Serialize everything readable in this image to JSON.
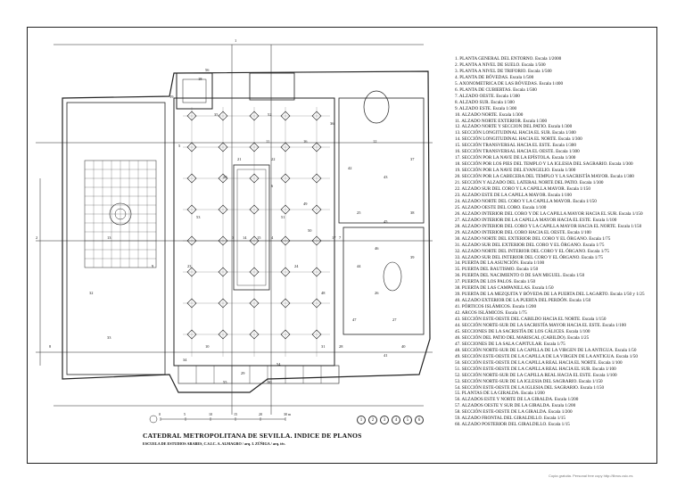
{
  "title": "CATEDRAL METROPOLITANA DE SEVILLA. INDICE DE PLANOS",
  "subtitle": "ESCUELA DE ESTUDIOS ARABES, C.S.I.C.   A. ALMAGRO / arq. I. ZÚÑIGA / arq. téc.",
  "footer": "Copia gratuita. Personal free copy      http://libros.csic.es",
  "scale_labels": [
    "0",
    "5",
    "10",
    "15",
    "20",
    "30 m"
  ],
  "plan_markers": [
    "1",
    "2",
    "3",
    "4",
    "5",
    "6",
    "7",
    "8",
    "9",
    "10",
    "11",
    "12",
    "13",
    "14",
    "15",
    "16",
    "17",
    "18",
    "19",
    "20",
    "21",
    "22",
    "23",
    "24",
    "25",
    "26",
    "27",
    "28",
    "29",
    "30",
    "31",
    "32",
    "33",
    "34",
    "35",
    "36",
    "37",
    "38",
    "39",
    "40",
    "41",
    "42",
    "43",
    "44",
    "45",
    "46",
    "47",
    "48",
    "49",
    "50",
    "51",
    "52",
    "53",
    "54",
    "55",
    "56"
  ],
  "sheet_circles": [
    "1",
    "2",
    "3",
    "4",
    "5",
    "6"
  ],
  "sheet_list": [
    "1. PLANTA GENERAL DEL ENTORNO. Escala 1/2000",
    "2. PLANTA A NIVEL DE SUELO. Escala 1/500",
    "3. PLANTA A NIVEL DE TRIFORIO. Escala 1/500",
    "4. PLANTA DE BÓVEDAS. Escala 1/500",
    "5. AXONOMETRICA DE LAS BÓVEDAS. Escala 1/400",
    "6. PLANTA DE CUBIERTAS. Escala 1/500",
    "7. ALZADO OESTE. Escala 1/300",
    "8. ALZADO SUR. Escala 1/300",
    "9. ALZADO ESTE. Escala 1/300",
    "10. ALZADO NORTE. Escala 1/300",
    "11. ALZADO NORTE EXTERIOR. Escala 1/300",
    "12. ALZADO NORTE Y SECCION DEL PATIO. Escala 1/300",
    "13. SECCIÓN LONGITUDINAL HACIA EL SUR. Escala 1/300",
    "14. SECCIÓN LONGITUDINAL HACIA EL NORTE. Escala 1/300",
    "15. SECCIÓN TRANSVERSAL HACIA EL ESTE. Escala 1/300",
    "16. SECCIÓN TRANSVERSAL HACIA EL OESTE. Escala 1/300",
    "17. SECCIÓN POR LA NAVE DE LA EPÍSTOLA. Escala 1/300",
    "18. SECCIÓN POR LOS PIES DEL TEMPLO Y LA IGLESIA DEL SAGRARIO. Escala 1/300",
    "19. SECCIÓN POR LA NAVE DEL EVANGELIO. Escala 1/300",
    "20. SECCIÓN POR LA CABECERA DEL TEMPLO Y LA SACRISTÍA MAYOR. Escala 1/300",
    "21. SECCIÓN Y ALZADO DEL LATERAL NORTE DEL PATIO. Escala 1/300",
    "22. ALZADO SUR DEL CORO Y LA CAPILLA MAYOR. Escala 1/150",
    "23. ALZADO ESTE DE LA CAPILLA MAYOR. Escala 1/100",
    "24. ALZADO NORTE DEL CORO Y LA CAPILLA MAYOR. Escala 1/150",
    "25. ALZADO OESTE DEL CORO. Escala 1/100",
    "26. ALZADO INTERIOR DEL CORO Y DE LA CAPILLA MAYOR HACIA EL SUR. Escala 1/150",
    "27. ALZADO INTERIOR DE LA CAPILLA MAYOR HACIA EL ESTE. Escala 1/100",
    "28. ALZADO INTERIOR DEL CORO Y LA CAPILLA MAYOR HACIA EL NORTE. Escala 1/150",
    "29. ALZADO INTERIOR DEL CORO HACIA EL OESTE. Escala 1/100",
    "30. ALZADO NORTE DEL EXTERIOR DEL CORO Y EL ÓRGANO. Escala 1/75",
    "31. ALZADO SUR DEL EXTERIOR DEL CORO Y EL ÓRGANO. Escala 1/75",
    "32. ALZADO NORTE DEL INTERIOR DEL CORO Y EL ÓRGANO. Escala 1/75",
    "33. ALZADO SUR DEL INTERIOR DEL CORO Y EL ÓRGANO. Escala 1/75",
    "34. PUERTA DE LA ASUNCIÓN. Escala 1/100",
    "35. PUERTA DEL BAUTISMO. Escala 1/50",
    "36. PUERTA DEL NACIMIENTO O DE SAN MIGUEL. Escala 1/50",
    "37. PUERTA DE LOS PALOS. Escala 1/50",
    "38. PUERTA DE LAS CAMPANILLAS. Escala 1/50",
    "39. PUERTA DE LA MEZQUITA Y BÓVEDA DE LA PUERTA DEL LAGARTO. Escala 1/50 y 1/25",
    "40. ALZADO EXTERIOR DE LA PUERTA DEL PERDÓN. Escala 1/50",
    "41. PÓRTICOS ISLÁMICOS. Escala 1/200",
    "42. ARCOS ISLÁMICOS. Escala 1/75",
    "43. SECCIÓN ESTE-OESTE DEL CABILDO HACIA EL NORTE. Escala 1/150",
    "44. SECCIÓN NORTE-SUR DE LA SACRISTÍA MAYOR HACIA EL ESTE. Escala 1/100",
    "45. SECCIONES DE LA SACRISTÍA DE LOS CÁLICES. Escala 1/100",
    "46. SECCIÓN DEL PATIO DEL MARISCAL (CABILDO). Escala 1/25",
    "47. SECCIONES DE LA SALA CAPITULAR. Escala 1/75",
    "48. SECCIÓN NORTE-SUR DE LA CAPILLA DE LA VIRGEN DE LA ANTIGUA. Escala 1/50",
    "49. SECCIÓN ESTE-OESTE DE LA CAPILLA DE LA VIRGEN DE LA ANTIGUA. Escala 1/50",
    "50. SECCIÓN ESTE-OESTE DE LA CAPILLA REAL HACIA EL NORTE. Escala 1/100",
    "51. SECCIÓN ESTE-OESTE DE LA CAPILLA REAL HACIA EL SUR. Escala 1/100",
    "52. SECCIÓN NORTE-SUR DE LA CAPILLA REAL HACIA EL ESTE. Escala 1/100",
    "53. SECCIÓN NORTE-SUR DE LA IGLESIA DEL SAGRARIO. Escala 1/150",
    "54. SECCIÓN ESTE-OESTE DE LA IGLESIA DEL SAGRARIO. Escala 1/150",
    "55. PLANTAS DE LA GIRALDA. Escala 1/200",
    "56. ALZADOS ESTE Y NORTE DE LA GIRALDA. Escala 1/200",
    "57. ALZADOS OESTE Y SUR DE LA GIRALDA. Escala 1/200",
    "58. SECCIÓN ESTE-OESTE DE LA GIRALDA. Escala 1/200",
    "59. ALZADO FRONTAL DEL GIRALDILLO. Escala 1/15",
    "60. ALZADO POSTERIOR DEL GIRALDILLO. Escala 1/15"
  ]
}
